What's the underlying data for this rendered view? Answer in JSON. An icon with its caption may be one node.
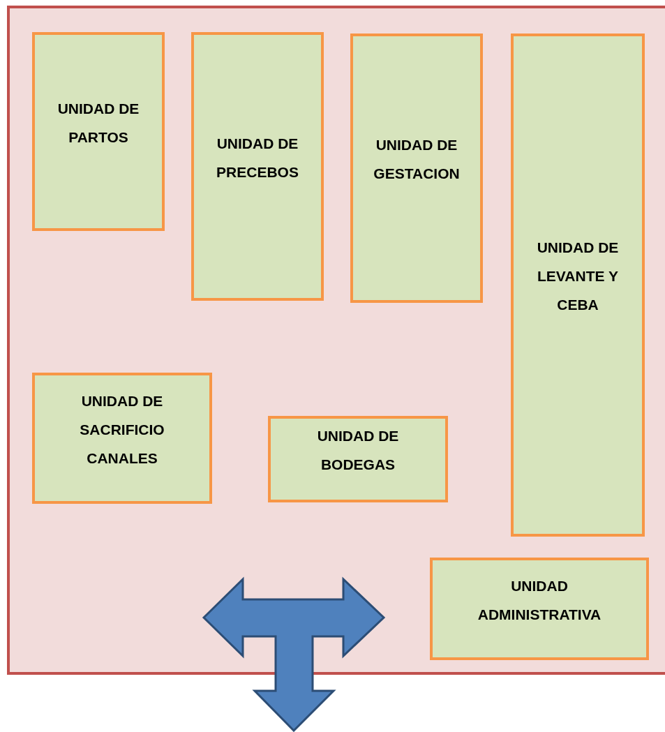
{
  "diagram": {
    "nodes": [
      {
        "text": [],
        "shape": "box"
      },
      {
        "text": [
          "UNIDAD DE PARTOS"
        ],
        "in": 0
      },
      {
        "text": [
          "UNIDAD DE PRECEBOS"
        ],
        "in": 0
      },
      {
        "text": [
          "UNIDAD DE GESTACION"
        ],
        "in": 0
      },
      {
        "text": [
          "UNIDAD DE LEVANTE Y CEBA"
        ],
        "in": 0
      },
      {
        "text": [
          "UNIDAD DE SACRIFICIO CANALES"
        ],
        "in": 0
      },
      {
        "text": [
          "UNIDAD DE BODEGAS"
        ],
        "in": 0
      },
      {
        "text": [
          "UNIDAD ADMINISTRATIVA"
        ],
        "in": 0
      }
    ]
  }
}
